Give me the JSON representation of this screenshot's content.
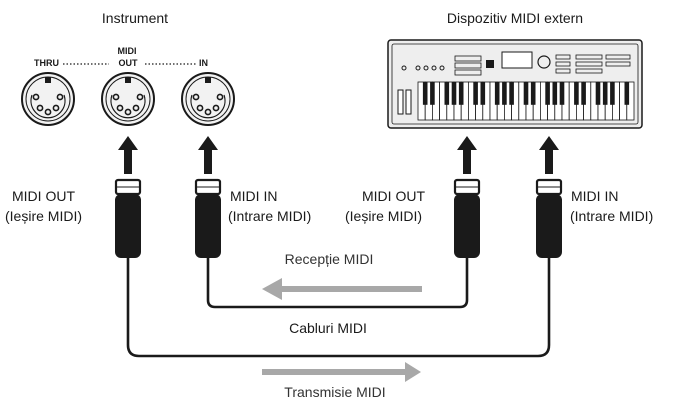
{
  "colors": {
    "ink": "#1a1a1a",
    "arrow_gray": "#a8a8a8",
    "panel_gray": "#eeeeee",
    "paper": "#ffffff"
  },
  "instrument": {
    "title": "Instrument",
    "midi_header": "MIDI",
    "ports": [
      {
        "label": "THRU",
        "icon": "midi-din-socket-icon"
      },
      {
        "label": "OUT",
        "icon": "midi-din-socket-icon"
      },
      {
        "label": "IN",
        "icon": "midi-din-socket-icon"
      }
    ]
  },
  "external_device": {
    "title": "Dispozitiv MIDI extern",
    "icon": "midi-keyboard-icon"
  },
  "connectors": [
    {
      "line1": "MIDI OUT",
      "line2": "(Ieșire MIDI)",
      "icon": "midi-plug-icon"
    },
    {
      "line1": "MIDI IN",
      "line2": "(Intrare MIDI)",
      "icon": "midi-plug-icon"
    },
    {
      "line1": "MIDI OUT",
      "line2": "(Ieșire MIDI)",
      "icon": "midi-plug-icon"
    },
    {
      "line1": "MIDI IN",
      "line2": "(Intrare MIDI)",
      "icon": "midi-plug-icon"
    }
  ],
  "flows": {
    "receive": "Recepție MIDI",
    "cables": "Cabluri MIDI",
    "transmit": "Transmisie MIDI"
  }
}
